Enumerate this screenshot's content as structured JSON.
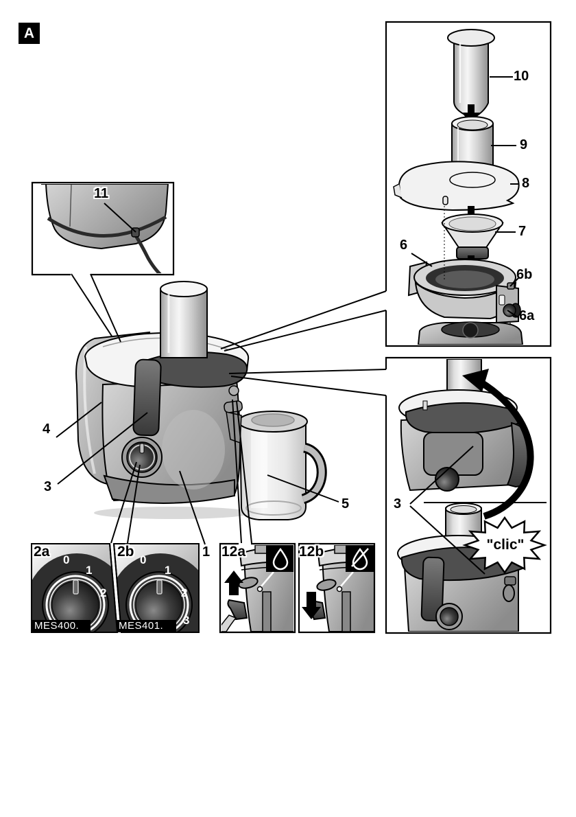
{
  "figure_label": "A",
  "callouts": {
    "cord_storage": "11",
    "pusher": "10",
    "feed_tube": "9",
    "lid": "8",
    "filter": "7",
    "juice_bowl": "6",
    "lock_latch": "6b",
    "outlet_knob": "6a",
    "pulp_container": "4",
    "locking_bar": "3",
    "motor_unit": "1",
    "juice_jug": "5",
    "locking_bar_assembly": "3"
  },
  "dial_panels": [
    {
      "tag": "2a",
      "model": "MES400.",
      "positions": [
        "0",
        "1",
        "2"
      ]
    },
    {
      "tag": "2b",
      "model": "MES401.",
      "positions": [
        "0",
        "1",
        "2",
        "3"
      ]
    }
  ],
  "drip_panels": [
    {
      "tag": "12a",
      "icon": "drip-open-icon"
    },
    {
      "tag": "12b",
      "icon": "drip-stop-icon"
    }
  ],
  "sound_effect": "\"clic\""
}
